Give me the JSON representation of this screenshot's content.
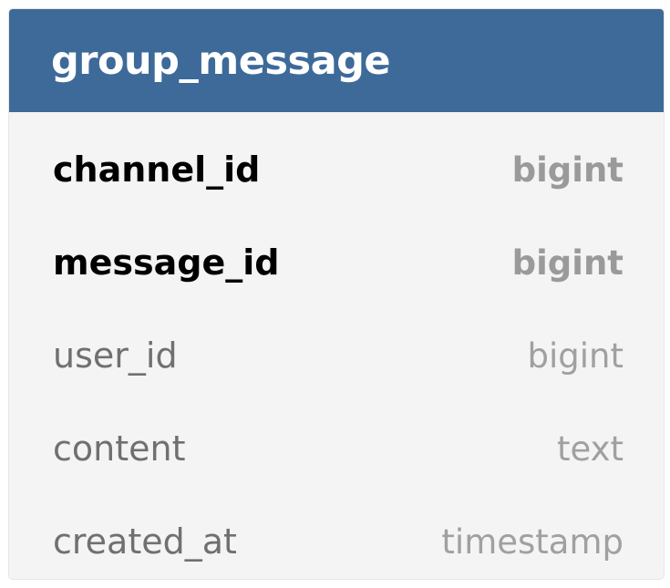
{
  "table": {
    "name": "group_message",
    "header_color": "#3d6a99",
    "columns": [
      {
        "name": "channel_id",
        "type": "bigint",
        "primary_key": true
      },
      {
        "name": "message_id",
        "type": "bigint",
        "primary_key": true
      },
      {
        "name": "user_id",
        "type": "bigint",
        "primary_key": false
      },
      {
        "name": "content",
        "type": "text",
        "primary_key": false
      },
      {
        "name": "created_at",
        "type": "timestamp",
        "primary_key": false
      }
    ]
  }
}
